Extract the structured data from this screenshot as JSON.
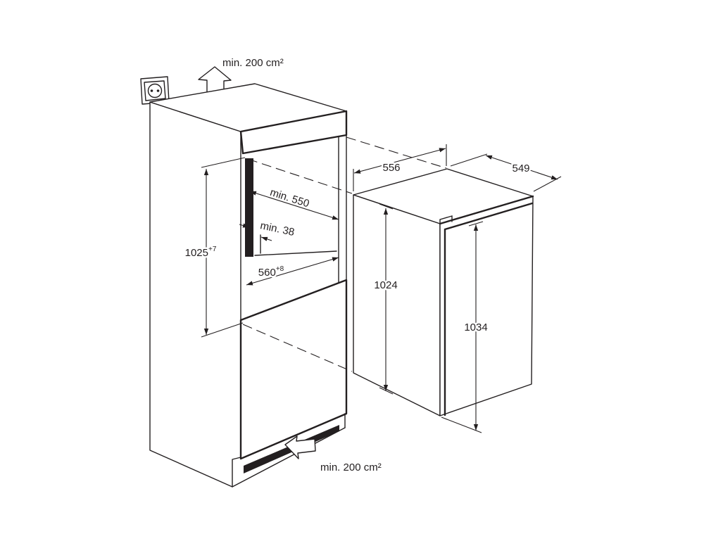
{
  "labels": {
    "vent_top": "min. 200 cm²",
    "vent_bottom": "min. 200 cm²",
    "niche_height": "1025",
    "niche_height_tol": "+7",
    "niche_depth": "min. 550",
    "rear_gap": "min. 38",
    "niche_width": "560",
    "niche_width_tol": "+8",
    "appliance_width": "556",
    "appliance_depth": "549",
    "appliance_height_body": "1024",
    "appliance_height_door": "1034"
  },
  "colors": {
    "line": "#231f20",
    "background": "#ffffff"
  }
}
